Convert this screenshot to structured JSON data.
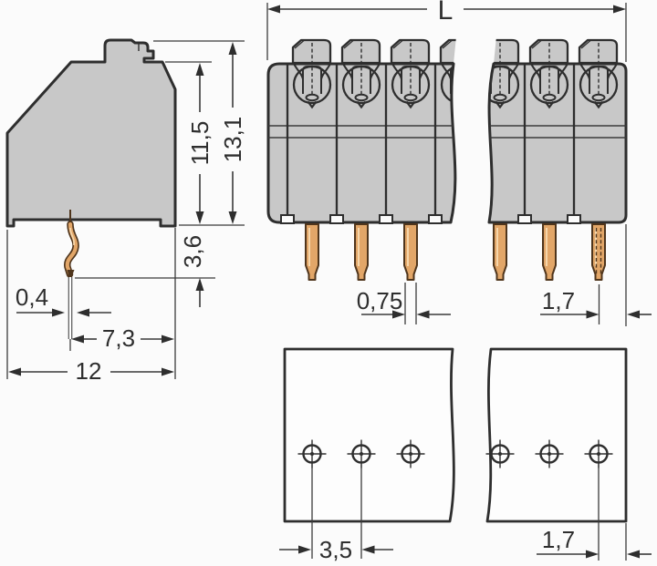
{
  "drawing": {
    "type": "technical-dimension-drawing",
    "component": "terminal-block",
    "units_visible": 6,
    "colors": {
      "housing": "#c8c8c8",
      "outline": "#2e2e2e",
      "pin_fill": "#e2a668",
      "pin_outline": "#4f351c",
      "pin_highlight": "#f6d6aa",
      "background": "#fbfbfb"
    },
    "side_view": {
      "body_height": "11,5",
      "total_height": "13,1",
      "pin_length_below": "3,6",
      "pin_tip_width": "0,4",
      "pin_to_back_edge": "7,3",
      "depth": "12"
    },
    "front_view": {
      "total_length": "L",
      "pin_width": "0,75",
      "pin_to_end": "1,7"
    },
    "pcb_layout": {
      "pin_pitch": "3,5",
      "hole_to_edge": "1,7"
    }
  }
}
